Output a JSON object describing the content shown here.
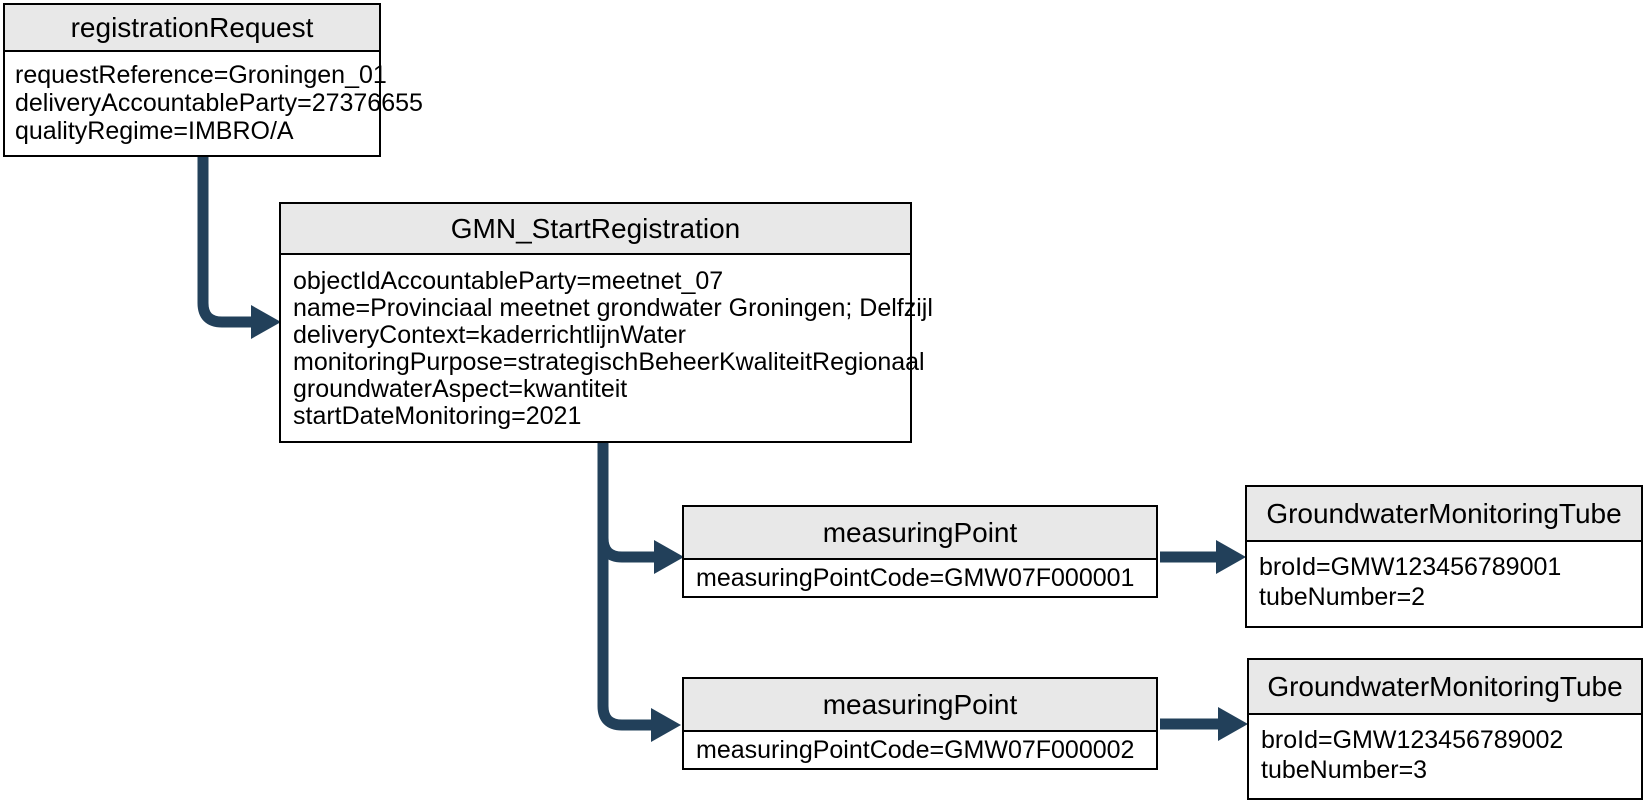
{
  "diagram": {
    "type": "object-tree-diagram",
    "colors": {
      "arrow": "#22405a",
      "node_header_bg": "#e8e8e8",
      "node_border": "#000000",
      "node_body_bg": "#ffffff",
      "text": "#000000"
    },
    "nodes": [
      {
        "id": "registrationRequest",
        "title": "registrationRequest",
        "fields": [
          "requestReference=Groningen_01",
          "deliveryAccountableParty=27376655",
          "qualityRegime=IMBRO/A"
        ]
      },
      {
        "id": "GMN_StartRegistration",
        "title": "GMN_StartRegistration",
        "fields": [
          "objectIdAccountableParty=meetnet_07",
          "name=Provinciaal meetnet grondwater Groningen; Delfzijl",
          "deliveryContext=kaderrichtlijnWater",
          "monitoringPurpose=strategischBeheerKwaliteitRegionaal",
          "groundwaterAspect=kwantiteit",
          "startDateMonitoring=2021"
        ]
      },
      {
        "id": "measuringPoint1",
        "title": "measuringPoint",
        "fields": [
          "measuringPointCode=GMW07F000001"
        ]
      },
      {
        "id": "groundwaterMonitoringTube1",
        "title": "GroundwaterMonitoringTube",
        "fields": [
          "broId=GMW123456789001",
          "tubeNumber=2"
        ]
      },
      {
        "id": "measuringPoint2",
        "title": "measuringPoint",
        "fields": [
          "measuringPointCode=GMW07F000002"
        ]
      },
      {
        "id": "groundwaterMonitoringTube2",
        "title": "GroundwaterMonitoringTube",
        "fields": [
          "broId=GMW123456789002",
          "tubeNumber=3"
        ]
      }
    ],
    "connections": [
      "registrationRequest -> GMN_StartRegistration",
      "GMN_StartRegistration -> measuringPoint1",
      "GMN_StartRegistration -> measuringPoint2",
      "measuringPoint1 -> groundwaterMonitoringTube1",
      "measuringPoint2 -> groundwaterMonitoringTube2"
    ]
  }
}
